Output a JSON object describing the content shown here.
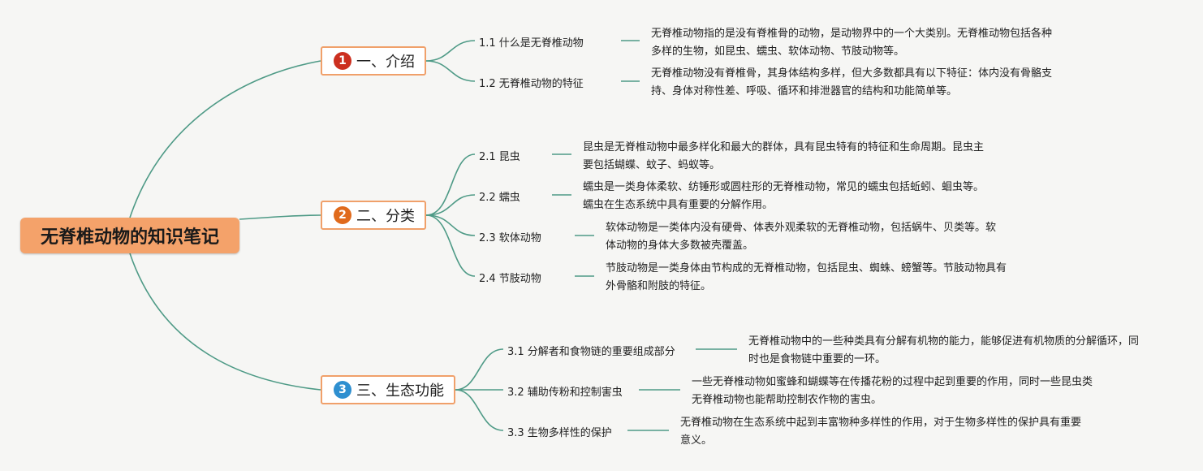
{
  "root": "无脊椎动物的知识笔记",
  "colors": {
    "link": "#4e9a86",
    "root_fill": "#f4a26a",
    "branch_border": "#f0a06a",
    "badge1": "#cc2f1f",
    "badge2": "#e06a1c",
    "badge3": "#2e8fd0"
  },
  "branches": [
    {
      "num": "1",
      "label": "一、介绍",
      "icon": "number-badge-icon",
      "items": [
        {
          "label": "1.1 什么是无脊椎动物",
          "desc": "无脊椎动物指的是没有脊椎骨的动物，是动物界中的一个大类别。无脊椎动物包括各种多样的生物，如昆虫、蠕虫、软体动物、节肢动物等。"
        },
        {
          "label": "1.2 无脊椎动物的特征",
          "desc": "无脊椎动物没有脊椎骨，其身体结构多样，但大多数都具有以下特征：体内没有骨骼支持、身体对称性差、呼吸、循环和排泄器官的结构和功能简单等。"
        }
      ]
    },
    {
      "num": "2",
      "label": "二、分类",
      "icon": "number-badge-icon",
      "items": [
        {
          "label": "2.1 昆虫",
          "desc": "昆虫是无脊椎动物中最多样化和最大的群体，具有昆虫特有的特征和生命周期。昆虫主要包括蝴蝶、蚊子、蚂蚁等。"
        },
        {
          "label": "2.2 蠕虫",
          "desc": "蠕虫是一类身体柔软、纺锤形或圆柱形的无脊椎动物，常见的蠕虫包括蚯蚓、蛔虫等。蠕虫在生态系统中具有重要的分解作用。"
        },
        {
          "label": "2.3 软体动物",
          "desc": "软体动物是一类体内没有硬骨、体表外观柔软的无脊椎动物，包括蜗牛、贝类等。软体动物的身体大多数被壳覆盖。"
        },
        {
          "label": "2.4 节肢动物",
          "desc": "节肢动物是一类身体由节构成的无脊椎动物，包括昆虫、蜘蛛、螃蟹等。节肢动物具有外骨骼和附肢的特征。"
        }
      ]
    },
    {
      "num": "3",
      "label": "三、生态功能",
      "icon": "number-badge-icon",
      "items": [
        {
          "label": "3.1 分解者和食物链的重要组成部分",
          "desc": "无脊椎动物中的一些种类具有分解有机物的能力，能够促进有机物质的分解循环，同时也是食物链中重要的一环。"
        },
        {
          "label": "3.2 辅助传粉和控制害虫",
          "desc": "一些无脊椎动物如蜜蜂和蝴蝶等在传播花粉的过程中起到重要的作用，同时一些昆虫类无脊椎动物也能帮助控制农作物的害虫。"
        },
        {
          "label": "3.3 生物多样性的保护",
          "desc": "无脊椎动物在生态系统中起到丰富物种多样性的作用，对于生物多样性的保护具有重要意义。"
        }
      ]
    }
  ]
}
